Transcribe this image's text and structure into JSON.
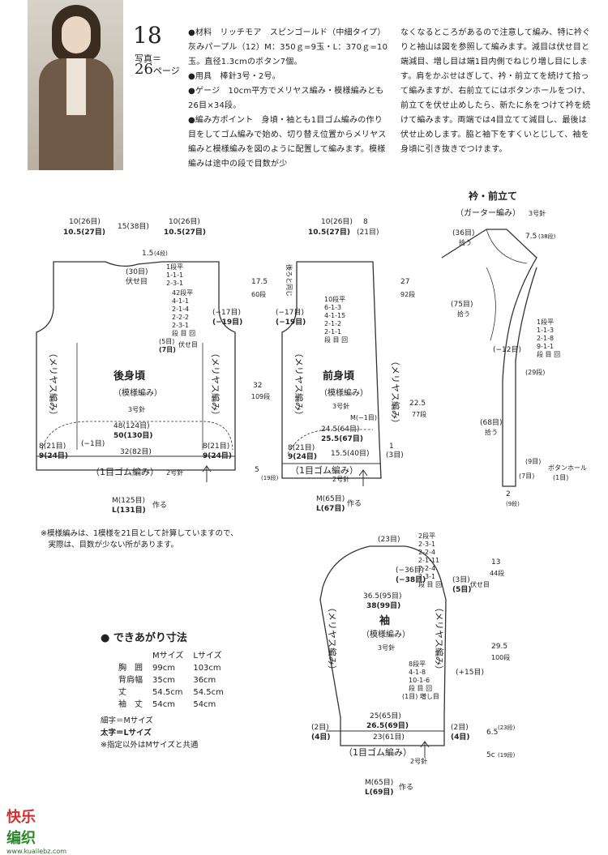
{
  "header": {
    "pattern_number": "18",
    "photo_ref_label": "写真＝",
    "photo_ref_page": "26",
    "photo_ref_unit": "ページ"
  },
  "instructions": {
    "col1": [
      "●材料　リッチモア　スピンゴールド（中細タイプ）灰みパープル（12）M：350ｇ=9玉・L：370ｇ=10玉。直径1.3cmのボタン7個。",
      "●用具　棒針3号・2号。",
      "●ゲージ　10cm平方でメリヤス編み・模様編みとも26目×34段。",
      "●編み方ポイント　身頃・袖とも1目ゴム編みの作り目をしてゴム編みで始め、切り替え位置からメリヤス編みと模様編みを図のように配置して編みます。模様編みは途中の段で目数が少"
    ],
    "col2": "なくなるところがあるので注意して編み、特に衿ぐりと袖山は図を参照して編みます。減目は伏せ目と端減目、増し目は端1目内側でねじり増し目にします。肩をかぶせはぎして、衿・前立てを続けて拾って編みますが、右前立てにはボタンホールをつけ、前立てを伏せ止めしたら、新たに糸をつけて衿を続けて編みます。両端では4目立てて減目し、最後は伏せ止めします。脇と袖下をすくいとじして、袖を身頃に引き抜きでつけます。"
  },
  "back": {
    "title": "後身頃",
    "subtitle": "（模様編み）",
    "needle": "3号針",
    "top_left_m": "10(26目)",
    "top_left_l": "10.5(27目)",
    "top_mid": "15(38目)",
    "top_right_m": "10(26目)",
    "top_right_l": "10.5(27目)",
    "neck_depth": "1.5",
    "neck_rows": "(4段)",
    "neck_bind": "(30目)",
    "neck_bind2": "伏せ目",
    "neck_dec": [
      "1段平",
      "1-1-1",
      "2-3-1"
    ],
    "arm_dec": [
      "42段平",
      "4-1-1",
      "2-1-4",
      "2-2-2",
      "2-3-1",
      "段 目 回"
    ],
    "arm_bind_m": "(5目)",
    "arm_bind_l": "(7目)",
    "arm_bind_txt": "伏せ目",
    "arm_m": "(−17目)",
    "arm_l": "(−19目)",
    "side_left": "（メリヤス編み）",
    "side_right": "（メリヤス編み）",
    "width_m": "48(124目)",
    "width_l": "50(130目)",
    "mid_minus": "(−1目)",
    "hem_mid": "32(82目)",
    "hem_left_m": "8(21目)",
    "hem_left_l": "9(24目)",
    "hem_right_m": "8(21目)",
    "hem_right_l": "9(24目)",
    "rib": "（1目ゴム編み）",
    "rib_needle": "2号針",
    "cast_m": "M(125目)",
    "cast_l": "L(131目)",
    "cast_txt": "作る",
    "v_armhole": "17.5",
    "v_armhole_rows": "60段",
    "v_body": "32",
    "v_body_rows": "109段",
    "v_rib": "5",
    "v_rib_rows": "(19段)"
  },
  "front": {
    "title": "前身頃",
    "subtitle": "（模様編み）",
    "needle": "3号針",
    "top_m": "10(26目)",
    "top_l": "10.5(27目)",
    "top_right": "8",
    "top_right2": "(21目)",
    "back_note": "後ろと同じ",
    "arm_m": "(−17目)",
    "arm_l": "(−19目)",
    "neck_dec": [
      "10段平",
      "6-1-3",
      "4-1-15",
      "2-1-2",
      "2-1-1",
      "段 目 回"
    ],
    "side_left": "（メリヤス編み）",
    "side_right": "（メリヤス編み）",
    "m_minus": "M(−1目)",
    "width_m": "24.5(64目)",
    "width_l": "25.5(67目)",
    "hem_left_m": "8(21目)",
    "hem_left_l": "9(24目)",
    "hem_mid": "15.5(40目)",
    "hem_right": "1",
    "hem_right2": "(3目)",
    "rib": "（1目ゴム編み）",
    "rib_needle": "2号針",
    "cast_m": "M(65目)",
    "cast_l": "L(67目)",
    "cast_txt": "作る",
    "v_neck": "27",
    "v_neck_rows": "92段",
    "v_lower": "22.5",
    "v_lower_rows": "77段"
  },
  "collar": {
    "title": "衿・前立て",
    "subtitle": "（ガーター編み）",
    "needle": "3号針",
    "top_pick": "(36目)",
    "top_pick2": "拾う",
    "top_dim": "7.5",
    "top_dim_rows": "(38段)",
    "mid_pick": "(75目)",
    "mid_pick2": "拾う",
    "minus12": "(−12目)",
    "dec": [
      "1段平",
      "1-1-3",
      "2-1-8",
      "9-1-1",
      "段 目 回"
    ],
    "dim29": "(29段)",
    "low_pick": "(68目)",
    "low_pick2": "拾う",
    "dim9": "(9目)",
    "button_hole": "ボタンホール",
    "button_hole2": "(1目)",
    "dim7": "(7目)",
    "bottom": "2",
    "bottom_rows": "(9段)"
  },
  "sleeve": {
    "title": "袖",
    "subtitle": "（模様編み）",
    "needle": "3号針",
    "top": "(23目)",
    "cap_dec": [
      "2段平",
      "2-3-1",
      "2-2-4",
      "2-1-11",
      "2-2-4",
      "2-3-1",
      "段 目 回"
    ],
    "cap_minus_m": "(−36目)",
    "cap_minus_l": "(−38目)",
    "cap_bind_m": "(3目)",
    "cap_bind_l": "(5目)",
    "cap_bind_txt": "伏せ目",
    "width_m": "36.5(95目)",
    "width_l": "38(99目)",
    "side_left": "（メリヤス編み）",
    "side_right": "（メリヤス編み）",
    "inc": [
      "8段平",
      "4-1-8",
      "10-1-6",
      "段 目 回",
      "(1目) 増し目"
    ],
    "plus15": "(+15目)",
    "low_m": "25(65目)",
    "low_l": "26.5(69目)",
    "hem_left_m": "(2目)",
    "hem_left_l": "(4目)",
    "hem_mid": "23(61目)",
    "hem_right_m": "(2目)",
    "hem_right_l": "(4目)",
    "rib": "（1目ゴム編み）",
    "rib_needle": "2号針",
    "cast_m": "M(65目)",
    "cast_l": "L(69目)",
    "cast_txt": "作る",
    "v_cap": "13",
    "v_cap_rows": "44段",
    "v_body": "29.5",
    "v_body_rows": "100段",
    "v_a": "6.5",
    "v_a_rows": "(23段)",
    "v_b": "5c",
    "v_b_rows": "(19段)"
  },
  "note": [
    "※模様編みは、1模様を21目として計算していますので、",
    "　実際は、目数が少ない所があります。"
  ],
  "finished": {
    "heading": "できあがり寸法",
    "cols": [
      "Mサイズ",
      "Lサイズ"
    ],
    "rows": [
      {
        "label": "胸　囲",
        "m": "99cm",
        "l": "103cm"
      },
      {
        "label": "背肩幅",
        "m": "35cm",
        "l": "36cm"
      },
      {
        "label": "丈",
        "m": "54.5cm",
        "l": "54.5cm"
      },
      {
        "label": "袖　丈",
        "m": "54cm",
        "l": "54cm"
      }
    ]
  },
  "legend": {
    "thin": "細字＝Mサイズ",
    "bold": "太字＝Lサイズ",
    "other": "※指定以外はMサイズと共通"
  },
  "watermark": {
    "line1": "快乐",
    "line2": "编织",
    "url": "www.kuailebz.com"
  }
}
